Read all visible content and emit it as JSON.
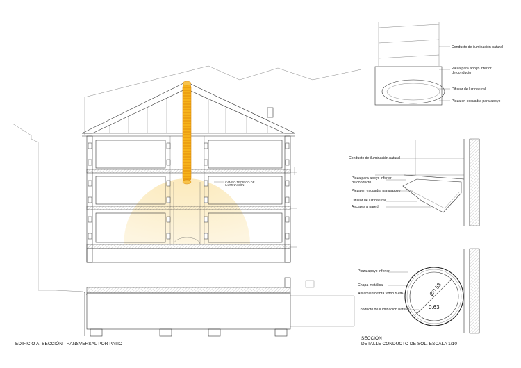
{
  "main_section": {
    "caption": "EDIFICIO A. SECCIÓN TRANSVERSAL POR PATIO",
    "annotation_line1": "CAMPO TEÓRICO DE",
    "annotation_line2": "ILUMINACIÓN"
  },
  "detail_top": {
    "labels": {
      "conduct": "Conducto de iluminación natural",
      "support_line1": "Pieza para apoyo inferior",
      "support_line2": "de conducto",
      "diffuser": "Difusor de luz natural",
      "bracket": "Pieza en escuadra para apoyo"
    }
  },
  "detail_middle": {
    "labels": {
      "conduct": "Conducto de iluminación natural",
      "support_line1": "Pieza para apoyo inferior",
      "support_line2": "de conducto",
      "bracket": "Pieza en escuadra para apoyo",
      "diffuser": "Difusor de luz natural",
      "anchors": "Anclajes a pared"
    }
  },
  "detail_bottom": {
    "labels": {
      "support": "Pieza apoyo inferior",
      "sheet": "Chapa metálica",
      "insulation": "Aislamiento fibra vidrio 5 cm",
      "conduct": "Conducto de iluminación natural"
    },
    "dim_inner": "Ø0.53",
    "dim_outer": "0.63"
  },
  "detail_caption": {
    "line1": "SECCIÓN",
    "line2": "DETALLE CONDUCTO DE SOL. ESCALA 1/10"
  },
  "colors": {
    "conduct": "#f6b21b",
    "conduct_stripe": "#e28d0e",
    "light_field": "#fdf0cf"
  },
  "icons": []
}
